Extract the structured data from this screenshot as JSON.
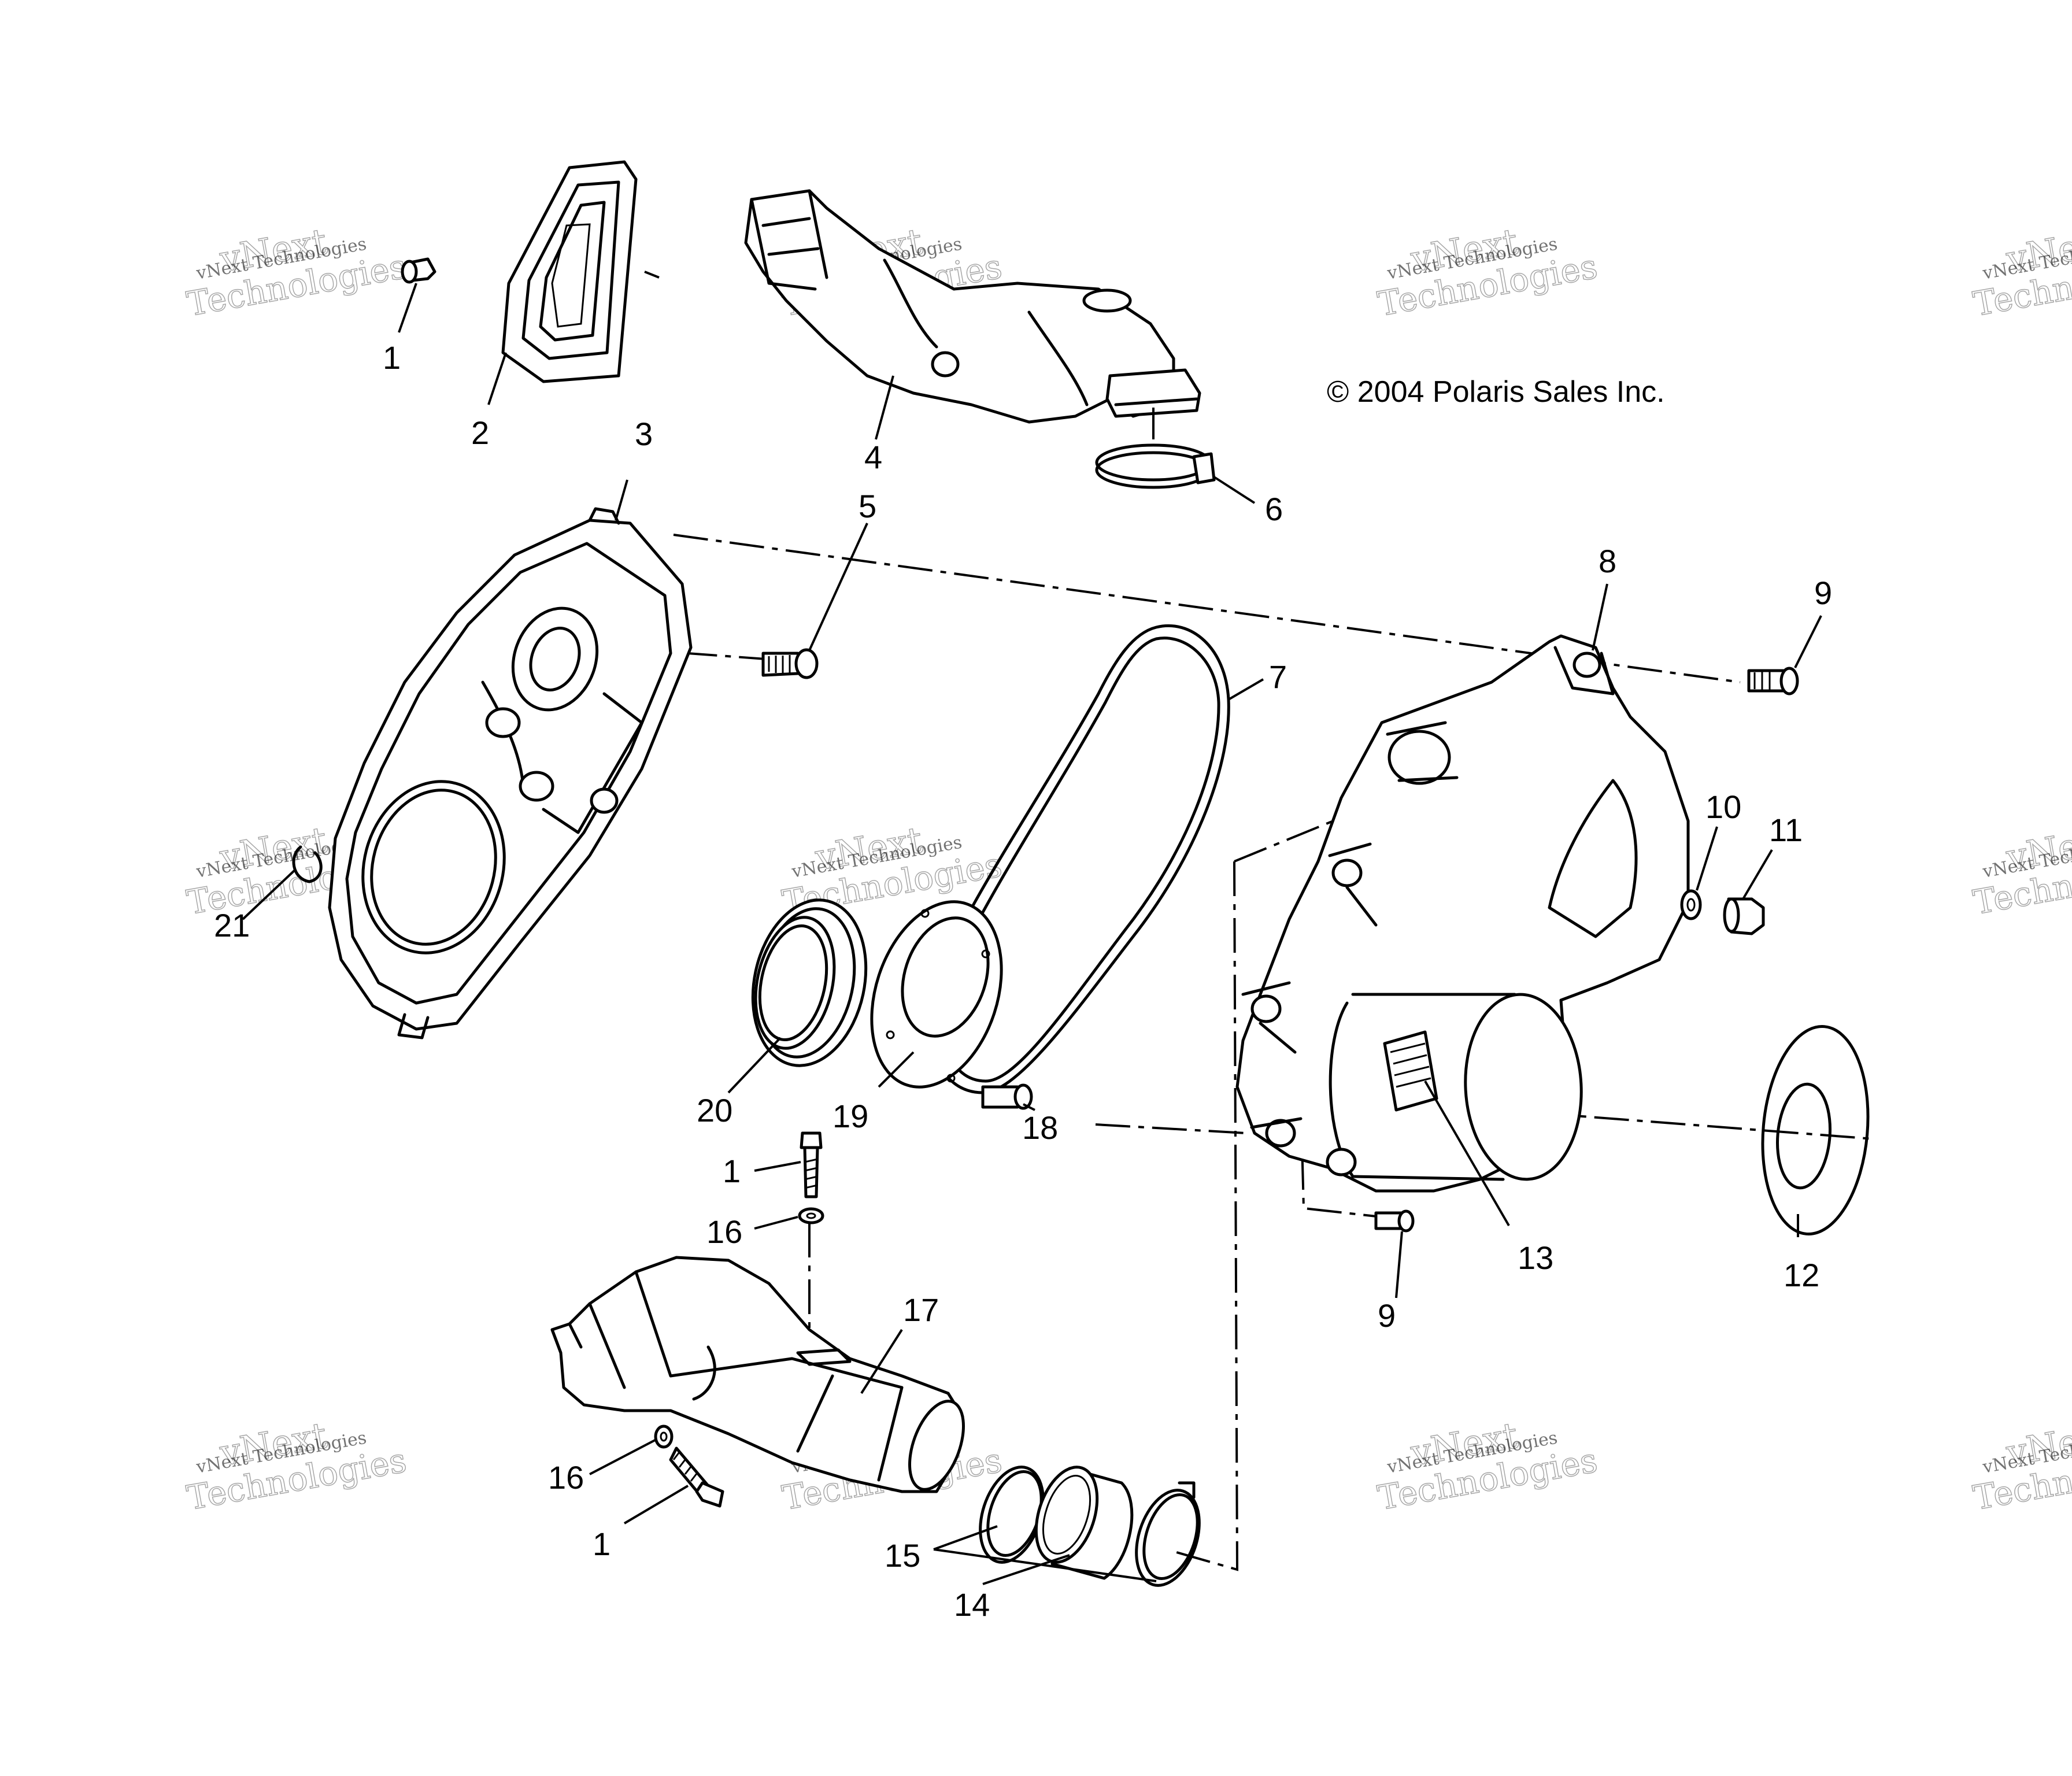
{
  "copyright": "© 2004 Polaris Sales Inc.",
  "watermark": {
    "small_text": "vNext Technologies",
    "big_line1": "vNext",
    "big_line2": "Technologies"
  },
  "callouts": {
    "c1_top": "1",
    "c2": "2",
    "c3": "3",
    "c4": "4",
    "c5": "5",
    "c6": "6",
    "c7": "7",
    "c8": "8",
    "c9_top": "9",
    "c10": "10",
    "c11": "11",
    "c12": "12",
    "c13": "13",
    "c14": "14",
    "c15": "15",
    "c16_upper": "16",
    "c16_lower": "16",
    "c17": "17",
    "c18": "18",
    "c19": "19",
    "c20": "20",
    "c21": "21",
    "c1_mid": "1",
    "c1_bottom": "1",
    "c9_bottom": "9"
  }
}
